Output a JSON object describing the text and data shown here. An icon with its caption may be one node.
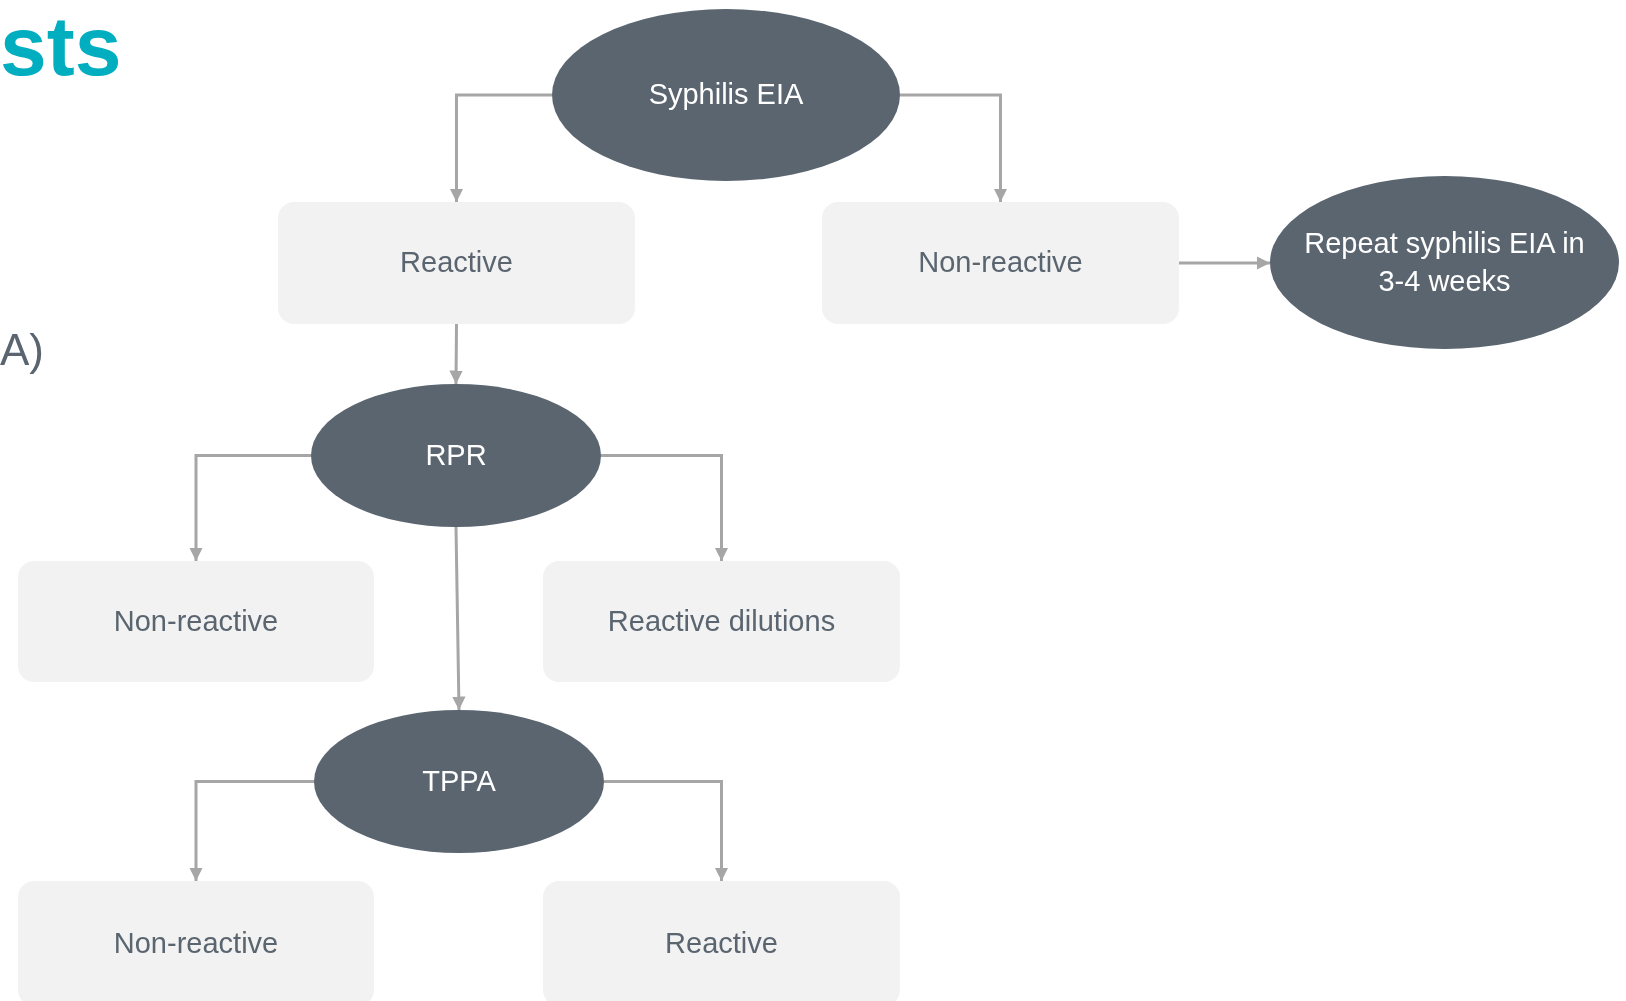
{
  "diagram": {
    "title": "sts",
    "nodes": [
      {
        "text": [
          "Syphilis EIA"
        ]
      },
      {
        "text": [
          "Reactive"
        ]
      },
      {
        "text": [
          "Non-reactive"
        ]
      },
      {
        "text": [
          "Repeat syphilis EIA in 3-4 weeks"
        ]
      },
      {
        "text": [
          "RPR"
        ]
      },
      {
        "text": [
          "Non-reactive"
        ]
      },
      {
        "text": [
          "Reactive dilutions"
        ]
      },
      {
        "text": [
          "TPPA"
        ]
      },
      {
        "text": [
          "Non-reactive"
        ]
      },
      {
        "text": [
          "Reactive"
        ]
      }
    ],
    "edges": [
      {
        "from": 0,
        "to": 1,
        "arrow": "to"
      },
      {
        "from": 0,
        "to": 2,
        "arrow": "to"
      },
      {
        "from": 2,
        "to": 3,
        "arrow": "to"
      },
      {
        "from": 1,
        "to": 4,
        "arrow": "to"
      },
      {
        "from": 4,
        "to": 5,
        "arrow": "to"
      },
      {
        "from": 4,
        "to": 6,
        "arrow": "to"
      },
      {
        "from": 4,
        "to": 7,
        "arrow": "to"
      },
      {
        "from": 7,
        "to": 8,
        "arrow": "to"
      },
      {
        "from": 7,
        "to": 9,
        "arrow": "to"
      }
    ],
    "labels": [
      "A)"
    ]
  }
}
